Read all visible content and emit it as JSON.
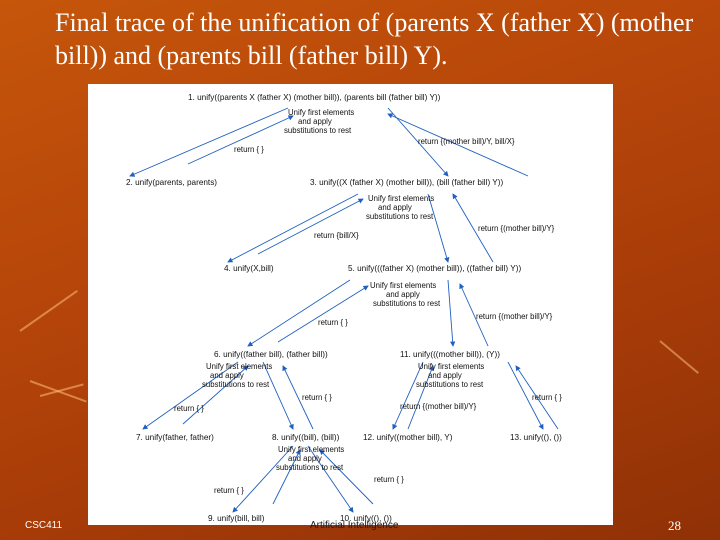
{
  "slide": {
    "title": "Final trace of the unification of (parents X (father X) (mother bill)) and (parents bill (father bill) Y).",
    "footer_left": "CSC411",
    "footer_center": "Artificial Intelligence",
    "page_number": "28"
  },
  "diagram": {
    "nodes": {
      "n1": "1. unify((parents X (father X) (mother bill)), (parents bill (father bill) Y))",
      "n2": "2. unify(parents, parents)",
      "n3": "3. unify((X (father X) (mother bill)), (bill (father bill) Y))",
      "n4": "4. unify(X,bill)",
      "n5": "5. unify(((father X) (mother bill)), ((father bill) Y))",
      "n6": "6. unify((father bill), (father bill))",
      "n7": "7. unify(father, father)",
      "n8": "8. unify((bill), (bill))",
      "n9": "9. unify(bill, bill)",
      "n10": "10. unify((), ())",
      "n11": "11. unify(((mother bill)), (Y))",
      "n12": "12. unify((mother bill), Y)",
      "n13": "13. unify((), ())"
    },
    "notes": {
      "u1": [
        "Unify first elements",
        "and apply",
        "substitutions to rest"
      ],
      "u3": [
        "Unify first elements",
        "and apply",
        "substitutions to rest"
      ],
      "u5": [
        "Unify first elements",
        "and apply",
        "substitutions to rest"
      ],
      "u6": [
        "Unify first elements",
        "and apply",
        "substitutions to rest"
      ],
      "u11": [
        "Unify first elements",
        "and apply",
        "substitutions to rest"
      ],
      "u8": [
        "Unify first elements",
        "and apply",
        "substitutions to rest"
      ]
    },
    "returns": {
      "r2": "return { }",
      "r3": "return {(mother bill)/Y, bill/X}",
      "r4": "return {bill/X}",
      "r5": "return {(mother bill)/Y}",
      "r6": "return {(mother bill)/Y}",
      "r6b": "return { }",
      "r7": "return { }",
      "r8": "return { }",
      "r9": "return { }",
      "r10": "return { }",
      "r12": "return {(mother bill)/Y}",
      "r13": "return { }"
    }
  }
}
